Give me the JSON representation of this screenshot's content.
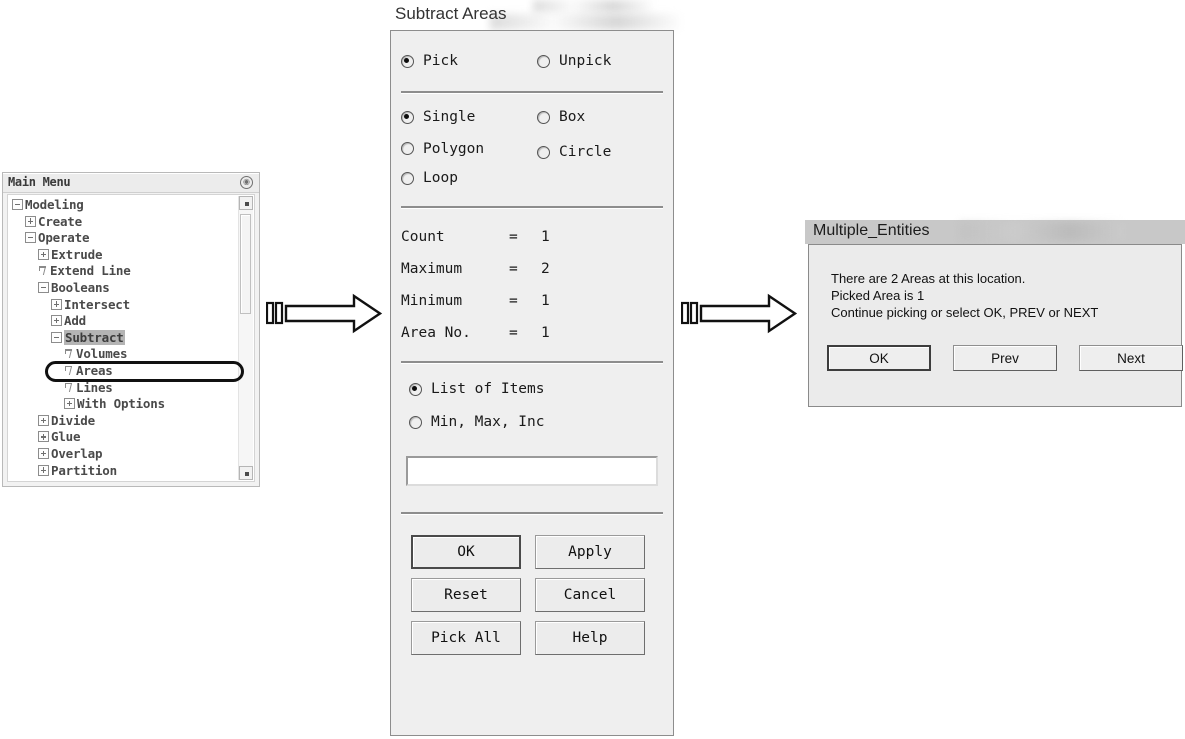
{
  "main_menu": {
    "title": "Main Menu",
    "pin_icon": "collapse-circle-icon",
    "tree": [
      {
        "label": "Modeling",
        "indent": 0,
        "icon": "minus-box-icon",
        "selected": false
      },
      {
        "label": "Create",
        "indent": 1,
        "icon": "plus-box-icon",
        "selected": false
      },
      {
        "label": "Operate",
        "indent": 1,
        "icon": "minus-box-icon",
        "selected": false
      },
      {
        "label": "Extrude",
        "indent": 2,
        "icon": "plus-box-icon",
        "selected": false
      },
      {
        "label": "Extend Line",
        "indent": 2,
        "icon": "action-leaf-icon",
        "selected": false
      },
      {
        "label": "Booleans",
        "indent": 2,
        "icon": "minus-box-icon",
        "selected": false
      },
      {
        "label": "Intersect",
        "indent": 3,
        "icon": "plus-box-icon",
        "selected": false
      },
      {
        "label": "Add",
        "indent": 3,
        "icon": "plus-box-icon",
        "selected": false
      },
      {
        "label": "Subtract",
        "indent": 3,
        "icon": "minus-box-icon",
        "selected": true
      },
      {
        "label": "Volumes",
        "indent": 4,
        "icon": "action-leaf-icon",
        "selected": false
      },
      {
        "label": "Areas",
        "indent": 4,
        "icon": "action-leaf-icon",
        "selected": false
      },
      {
        "label": "Lines",
        "indent": 4,
        "icon": "action-leaf-icon",
        "selected": false
      },
      {
        "label": "With Options",
        "indent": 4,
        "icon": "plus-box-icon",
        "selected": false
      },
      {
        "label": "Divide",
        "indent": 2,
        "icon": "plus-box-icon",
        "selected": false
      },
      {
        "label": "Glue",
        "indent": 2,
        "icon": "plus-box-icon",
        "selected": false
      },
      {
        "label": "Overlap",
        "indent": 2,
        "icon": "plus-box-icon",
        "selected": false
      },
      {
        "label": "Partition",
        "indent": 2,
        "icon": "plus-box-icon",
        "selected": false
      }
    ],
    "highlight_target": "Areas",
    "scrollbar": {
      "up_icon": "scroll-up-icon",
      "down_icon": "scroll-down-icon"
    }
  },
  "arrows": [
    {
      "name": "flow-arrow-1"
    },
    {
      "name": "flow-arrow-2"
    }
  ],
  "subtract_dialog": {
    "title": "Subtract Areas",
    "pick_mode": [
      {
        "label": "Pick",
        "selected": true
      },
      {
        "label": "Unpick",
        "selected": false
      }
    ],
    "select_mode": [
      {
        "label": "Single",
        "selected": true
      },
      {
        "label": "Box",
        "selected": false
      },
      {
        "label": "Polygon",
        "selected": false
      },
      {
        "label": "Circle",
        "selected": false
      },
      {
        "label": "Loop",
        "selected": false
      }
    ],
    "stats": [
      {
        "label": "Count",
        "eq": "=",
        "value": "1"
      },
      {
        "label": "Maximum",
        "eq": "=",
        "value": "2"
      },
      {
        "label": "Minimum",
        "eq": "=",
        "value": "1"
      },
      {
        "label": "Area No.",
        "eq": "=",
        "value": "1"
      }
    ],
    "list_mode": [
      {
        "label": "List of Items",
        "selected": true
      },
      {
        "label": "Min, Max, Inc",
        "selected": false
      }
    ],
    "input": {
      "value": "",
      "placeholder": ""
    },
    "buttons": [
      {
        "label": "OK",
        "focused": true
      },
      {
        "label": "Apply",
        "focused": false
      },
      {
        "label": "Reset",
        "focused": false
      },
      {
        "label": "Cancel",
        "focused": false
      },
      {
        "label": "Pick All",
        "focused": false
      },
      {
        "label": "Help",
        "focused": false
      }
    ]
  },
  "multiple_entities_dialog": {
    "title": "Multiple_Entities",
    "message_lines": [
      "There are  2 Areas at this location.",
      "Picked Area is 1",
      "Continue picking or select  OK, PREV or NEXT"
    ],
    "buttons": [
      {
        "label": "OK",
        "focused": true
      },
      {
        "label": "Prev",
        "focused": false
      },
      {
        "label": "Next",
        "focused": false
      }
    ]
  },
  "colors": {
    "page_background": "#ffffff",
    "dialog_face": "#efefef",
    "dialog_border": "#8d8d8d",
    "tree_selection": "#b4b4b4",
    "highlight_ring": "#111111",
    "me_titlebar": "#c8c8c8"
  }
}
